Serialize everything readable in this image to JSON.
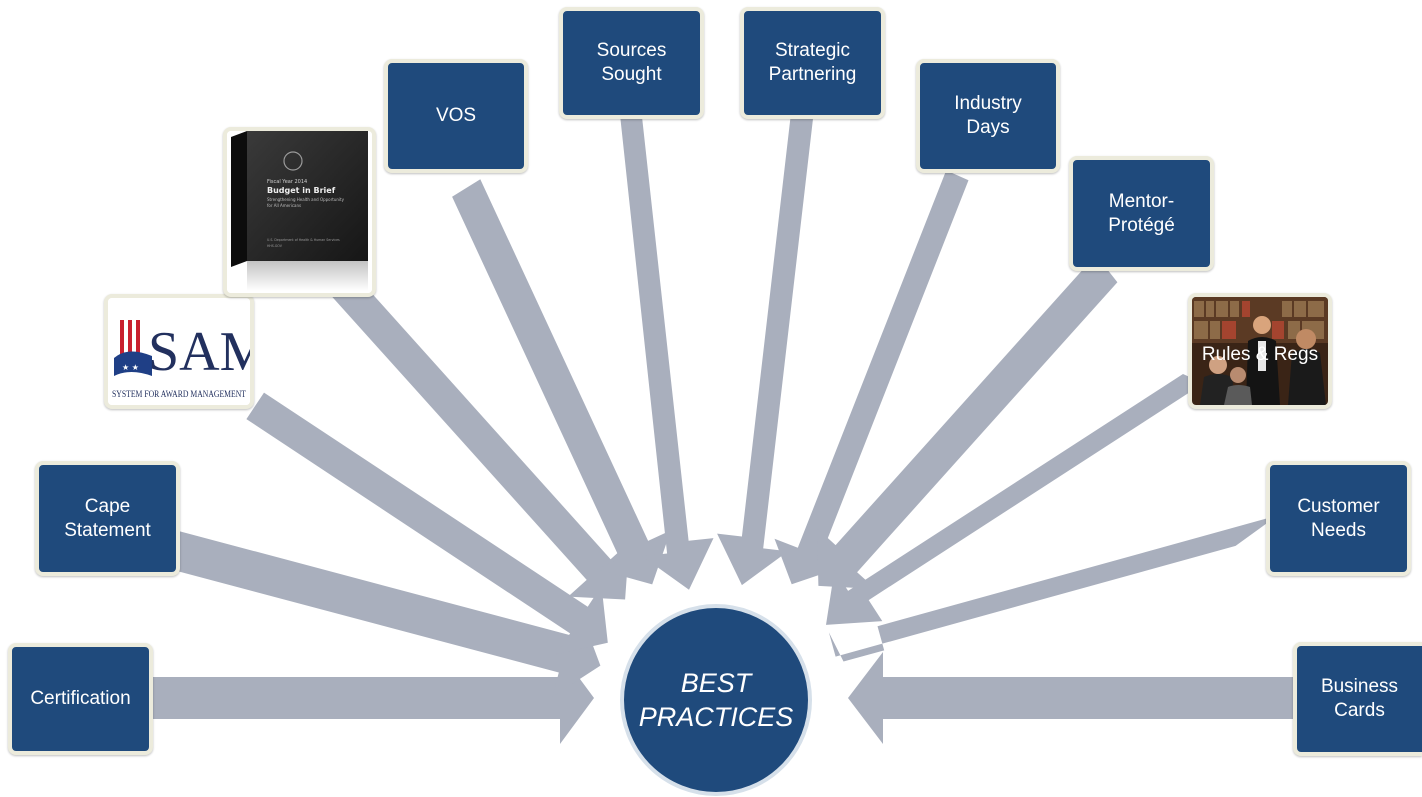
{
  "diagram": {
    "center": {
      "label": "BEST\nPRACTICES"
    },
    "nodes": {
      "certification": "Certification",
      "cape_statement": "Cape\nStatement",
      "vos": "VOS",
      "sources_sought": "Sources\nSought",
      "strategic_partnering": "Strategic\nPartnering",
      "industry_days": "Industry\nDays",
      "mentor_protege": "Mentor-\nProtégé",
      "customer_needs": "Customer\nNeeds",
      "business_cards": "Business\nCards"
    },
    "image_nodes": {
      "sam_logo": {
        "wordmark": "SAM",
        "tagline": "SYSTEM FOR AWARD MANAGEMENT"
      },
      "budget_book": {
        "lines": [
          "Fiscal Year 2014",
          "Budget in Brief",
          "Strengthening Health and Opportunity",
          "for All Americans",
          "U.S. Department of Health & Human Services",
          "HHS.GOV"
        ]
      },
      "rules_regs": {
        "label": "Rules & Regs"
      }
    },
    "colors": {
      "box_fill": "#1f4a7c",
      "box_border": "#ecebdc",
      "arrow": "#a9afbd",
      "text": "#ffffff"
    }
  }
}
